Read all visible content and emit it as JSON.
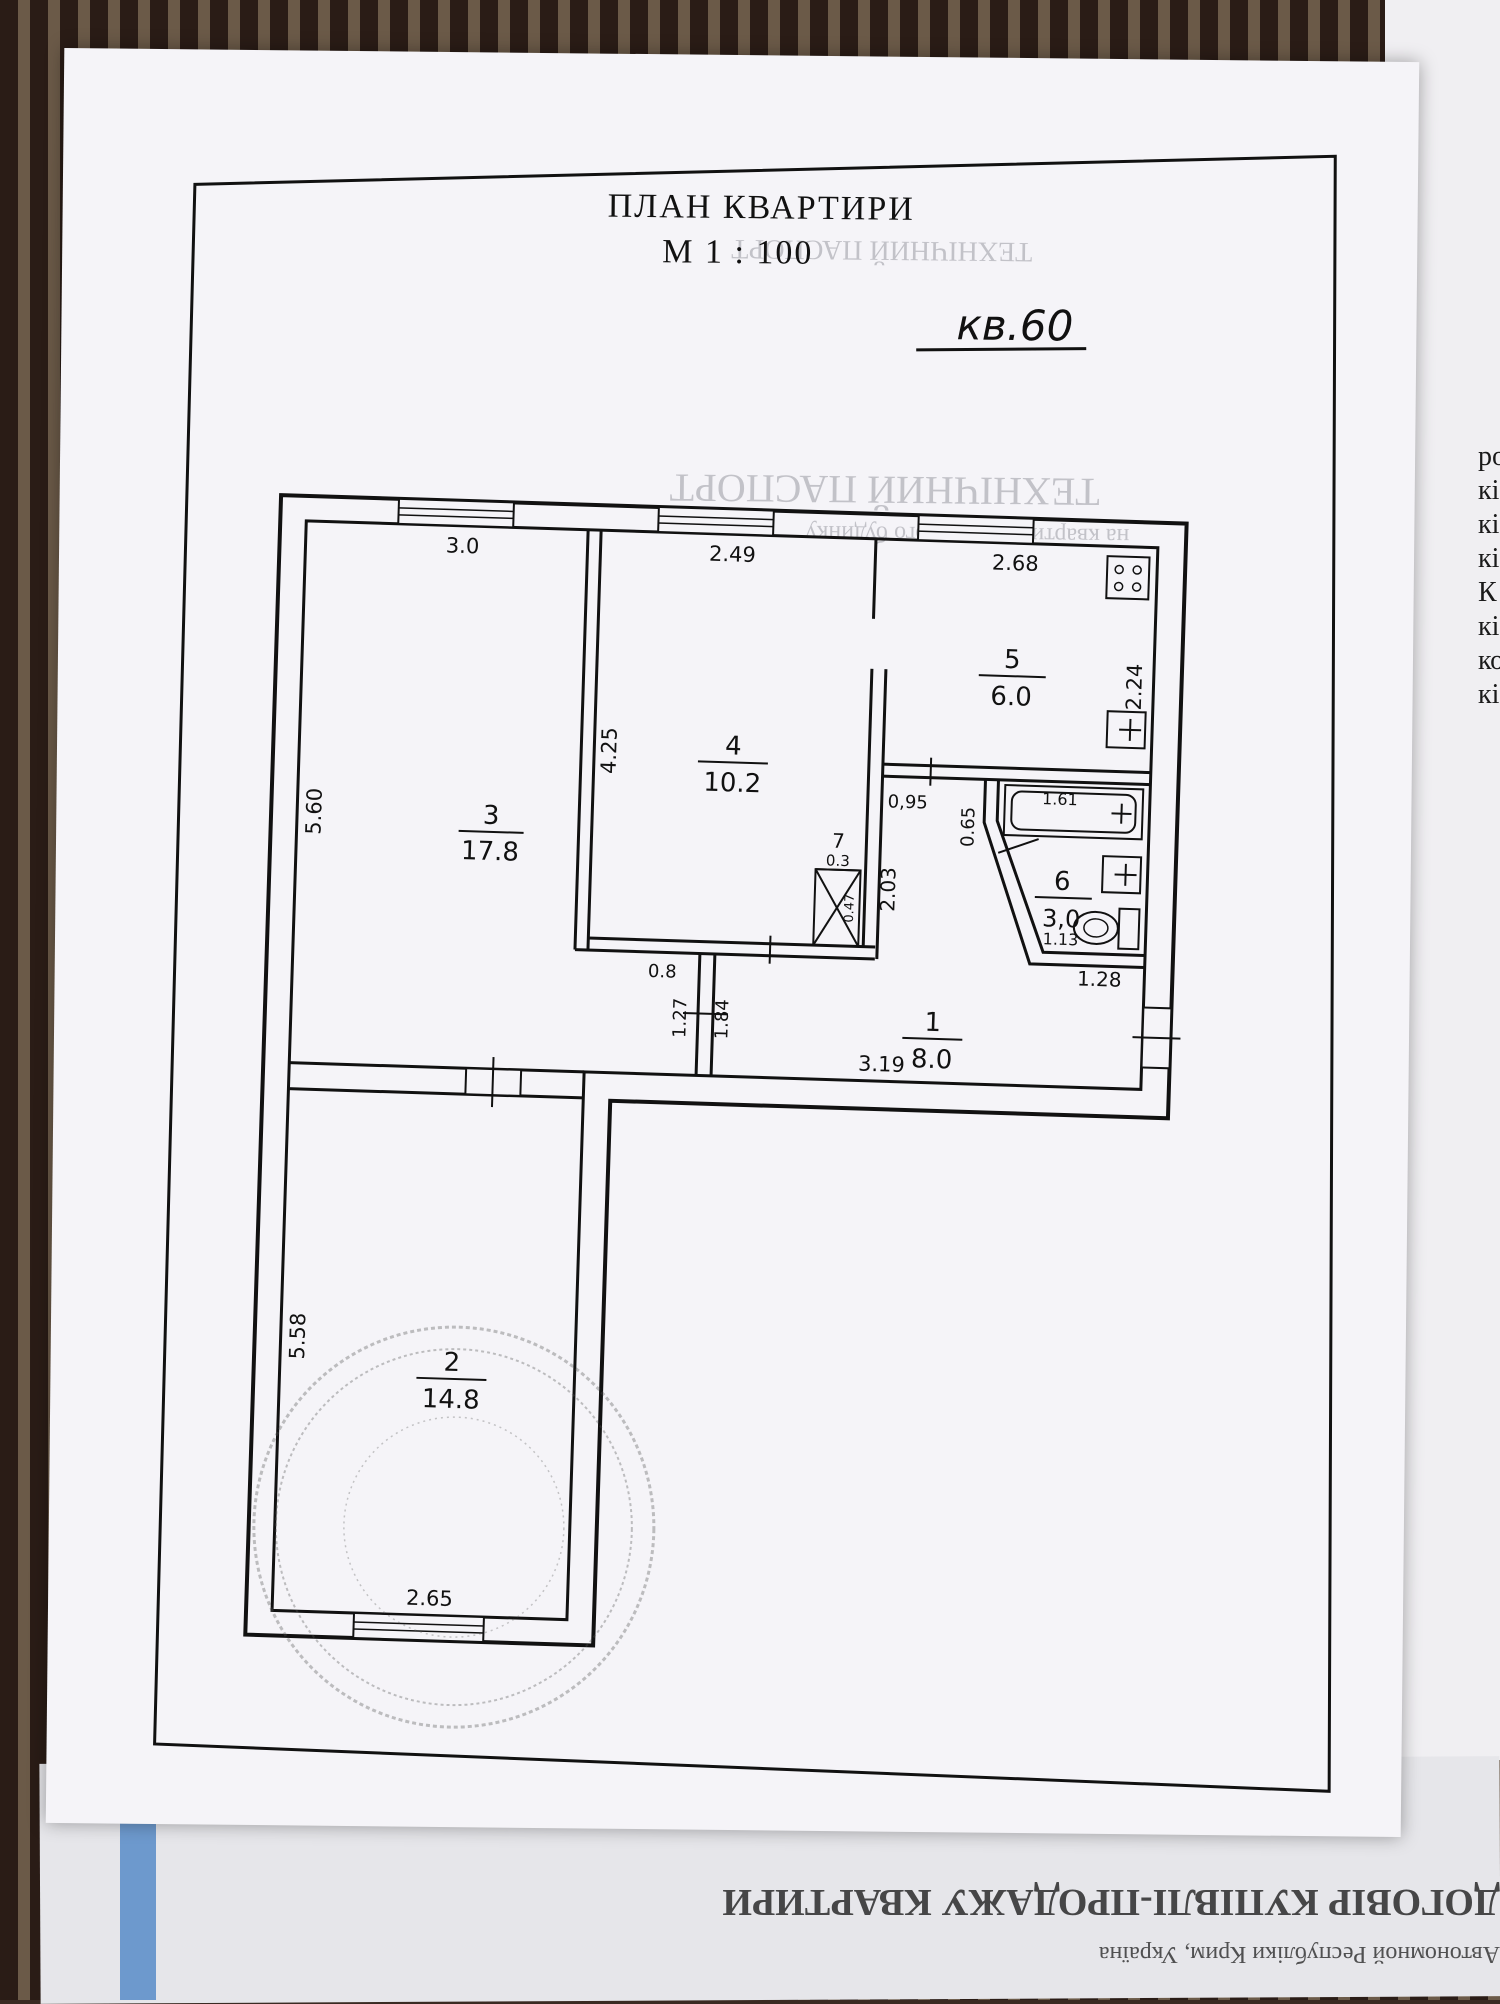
{
  "plan": {
    "title": "ПЛАН КВАРТИРИ",
    "scale": "М 1 : 100",
    "apartment": "кв.60",
    "rooms": [
      {
        "id": "1",
        "number": "1",
        "area": "8.0"
      },
      {
        "id": "2",
        "number": "2",
        "area": "14.8"
      },
      {
        "id": "3",
        "number": "3",
        "area": "17.8"
      },
      {
        "id": "4",
        "number": "4",
        "area": "10.2"
      },
      {
        "id": "5",
        "number": "5",
        "area": "6.0"
      },
      {
        "id": "6",
        "number": "6",
        "area": "3,0"
      },
      {
        "id": "7",
        "number": "7",
        "area": "0.3"
      }
    ],
    "dimensions": {
      "d3_0": "3.0",
      "d2_49": "2.49",
      "d2_68": "2.68",
      "d5_60": "5.60",
      "d4_25": "4.25",
      "d2_24": "2.24",
      "d0_95": "0,95",
      "d0_65": "0.65",
      "d1_61": "1.61",
      "d2_03": "2.03",
      "d0_47": "0.47",
      "d1_13": "1.13",
      "d1_28": "1.28",
      "d0_8": "0.8",
      "d1_27": "1.27",
      "d1_84": "1.84",
      "d3_19": "3.19",
      "d5_58": "5.58",
      "d2_65": "2.65"
    }
  },
  "underlying": {
    "upside_down_heading": "ДОГОВІР КУПІВЛІ-ПРОДАЖУ КВАРТИРИ",
    "upside_down_line": "Автономной Республіки Крим, Україна"
  },
  "right_edge_letters": [
    "ро",
    "кі",
    "кі",
    "кі",
    "К",
    "кі",
    "",
    "ко",
    "",
    "кі"
  ]
}
